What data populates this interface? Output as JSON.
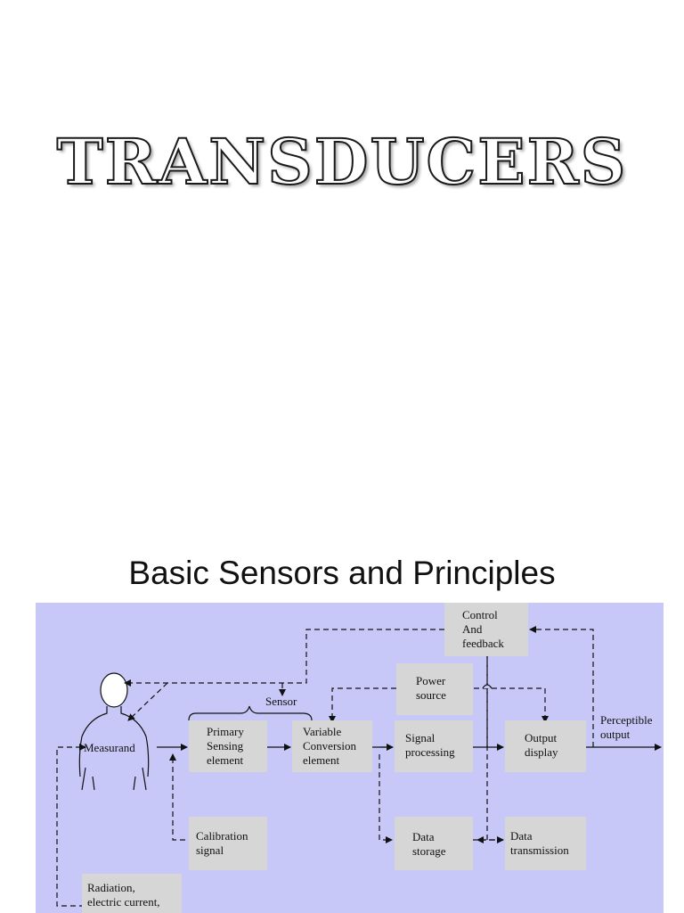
{
  "slide": {
    "title": "Transducers",
    "section_title": "Basic Sensors and Principles"
  },
  "diagram": {
    "background": "#c8c8f8",
    "box_fill": "#d6d6d6",
    "boxes": {
      "control": "Control\nAnd\nfeedback",
      "power": "Power\nsource",
      "primary": "Primary\nSensing\nelement",
      "variable": "Variable\nConversion\nelement",
      "signal": "Signal\nprocessing",
      "output": "Output\ndisplay",
      "calibration": "Calibration\nsignal",
      "storage": "Data\nstorage",
      "transmission": "Data\ntransmission",
      "radiation": "Radiation,\nelectric current,"
    },
    "labels": {
      "sensor": "Sensor",
      "measurand": "Measurand",
      "perceptible": "Perceptible\noutput"
    }
  }
}
